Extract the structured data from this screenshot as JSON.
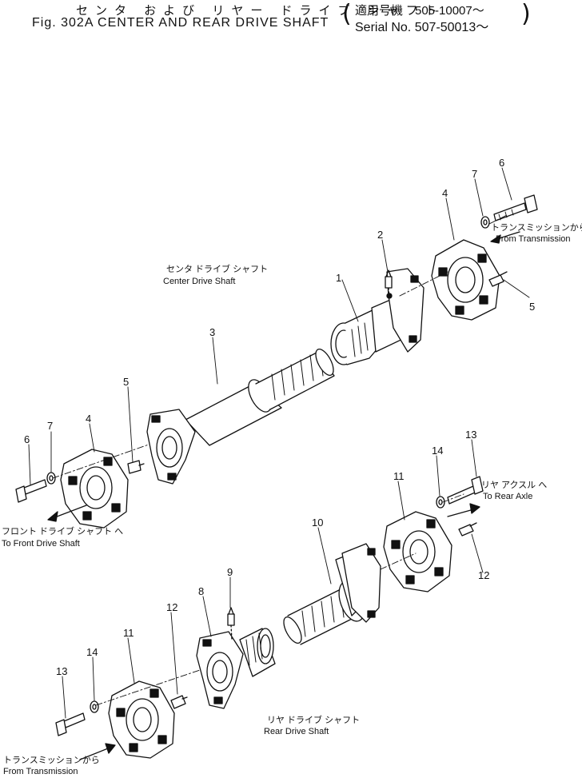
{
  "header": {
    "title_jp": "センタ および リヤー ドライブ シャフト",
    "title_en": "Fig. 302A CENTER AND REAR DRIVE SHAFT",
    "serial_jp": "適用号機　505-10007～",
    "serial_en": "Serial No. 507-50013～"
  },
  "captions": {
    "center_jp": "センタ ドライブ シャフト",
    "center_en": "Center Drive Shaft",
    "from_trans_top_jp": "トランスミッションから",
    "from_trans_top_en": "From Transmission",
    "to_front_jp": "フロント ドライブ シャフト へ",
    "to_front_en": "To Front Drive Shaft",
    "to_rear_jp": "リヤ アクスル へ",
    "to_rear_en": "To Rear Axle",
    "rear_jp": "リヤ ドライブ シャフト",
    "rear_en": "Rear Drive Shaft",
    "from_trans_bot_jp": "トランスミッションから",
    "from_trans_bot_en": "From Transmission"
  },
  "callouts": {
    "c1": "1",
    "c2": "2",
    "c3": "3",
    "c4a": "4",
    "c4b": "4",
    "c5a": "5",
    "c5b": "5",
    "c6a": "6",
    "c6b": "6",
    "c7a": "7",
    "c7b": "7",
    "c8": "8",
    "c9": "9",
    "c10": "10",
    "c11a": "11",
    "c11b": "11",
    "c12a": "12",
    "c12b": "12",
    "c13a": "13",
    "c13b": "13",
    "c14a": "14",
    "c14b": "14"
  }
}
